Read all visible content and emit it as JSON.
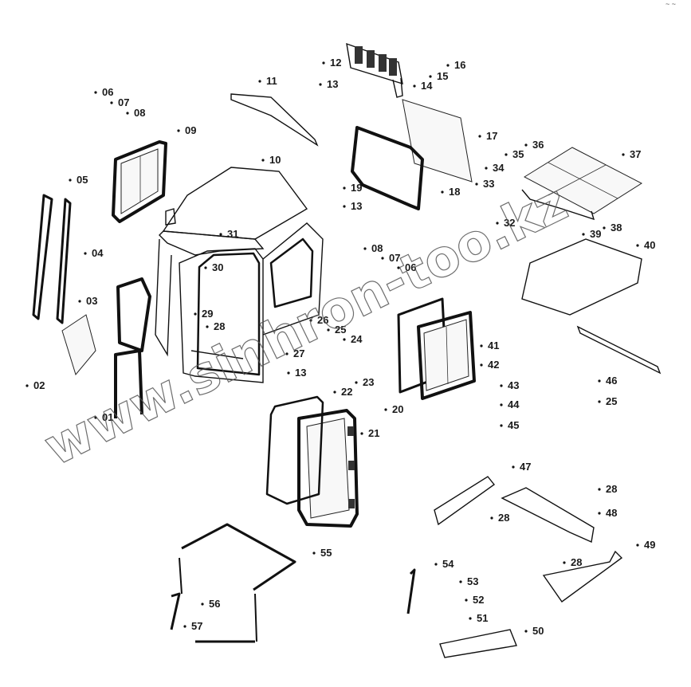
{
  "diagram": {
    "watermark": "www.sinhron-too.kz",
    "corner_mark": "~ ~",
    "callouts": [
      "01",
      "02",
      "03",
      "04",
      "05",
      "06",
      "07",
      "08",
      "09",
      "10",
      "11",
      "12",
      "13",
      "14",
      "15",
      "16",
      "17",
      "18",
      "19",
      "20",
      "21",
      "22",
      "23",
      "24",
      "25",
      "26",
      "27",
      "28",
      "29",
      "30",
      "31",
      "32",
      "33",
      "34",
      "35",
      "36",
      "37",
      "38",
      "39",
      "40",
      "41",
      "42",
      "43",
      "44",
      "45",
      "46",
      "47",
      "48",
      "49",
      "50",
      "51",
      "52",
      "53",
      "54",
      "55",
      "56",
      "57"
    ]
  }
}
